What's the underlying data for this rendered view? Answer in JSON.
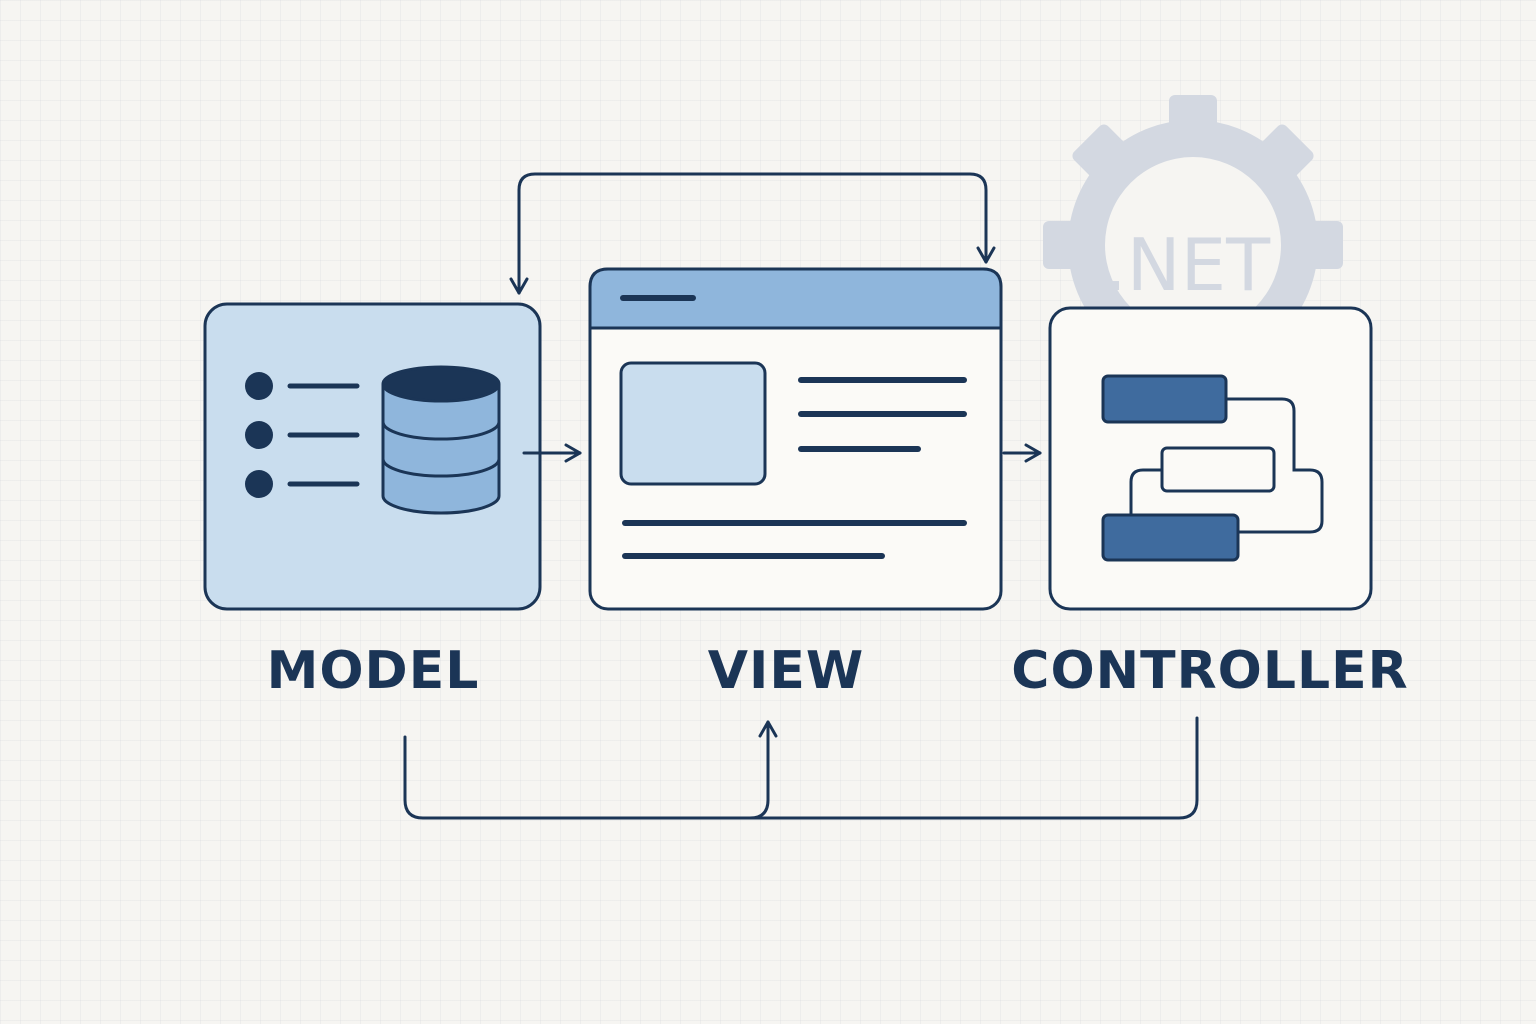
{
  "labels": {
    "model": "MODEL",
    "view": "VIEW",
    "controller": "CONTROLLER"
  },
  "logo": {
    "text": ".NET",
    "icon": "gear-icon"
  },
  "icons": {
    "model": [
      "list-icon",
      "database-icon"
    ],
    "view": [
      "browser-window-icon"
    ],
    "controller": [
      "flowchart-icon"
    ]
  },
  "colors": {
    "outline": "#1b3556",
    "dark_blue": "#3f6b9e",
    "mid_blue": "#8fb6dc",
    "light_blue": "#c9ddee",
    "panel_fill": "#fbfaf7",
    "gear": "#d3d8e1",
    "background": "#f6f5f2"
  }
}
